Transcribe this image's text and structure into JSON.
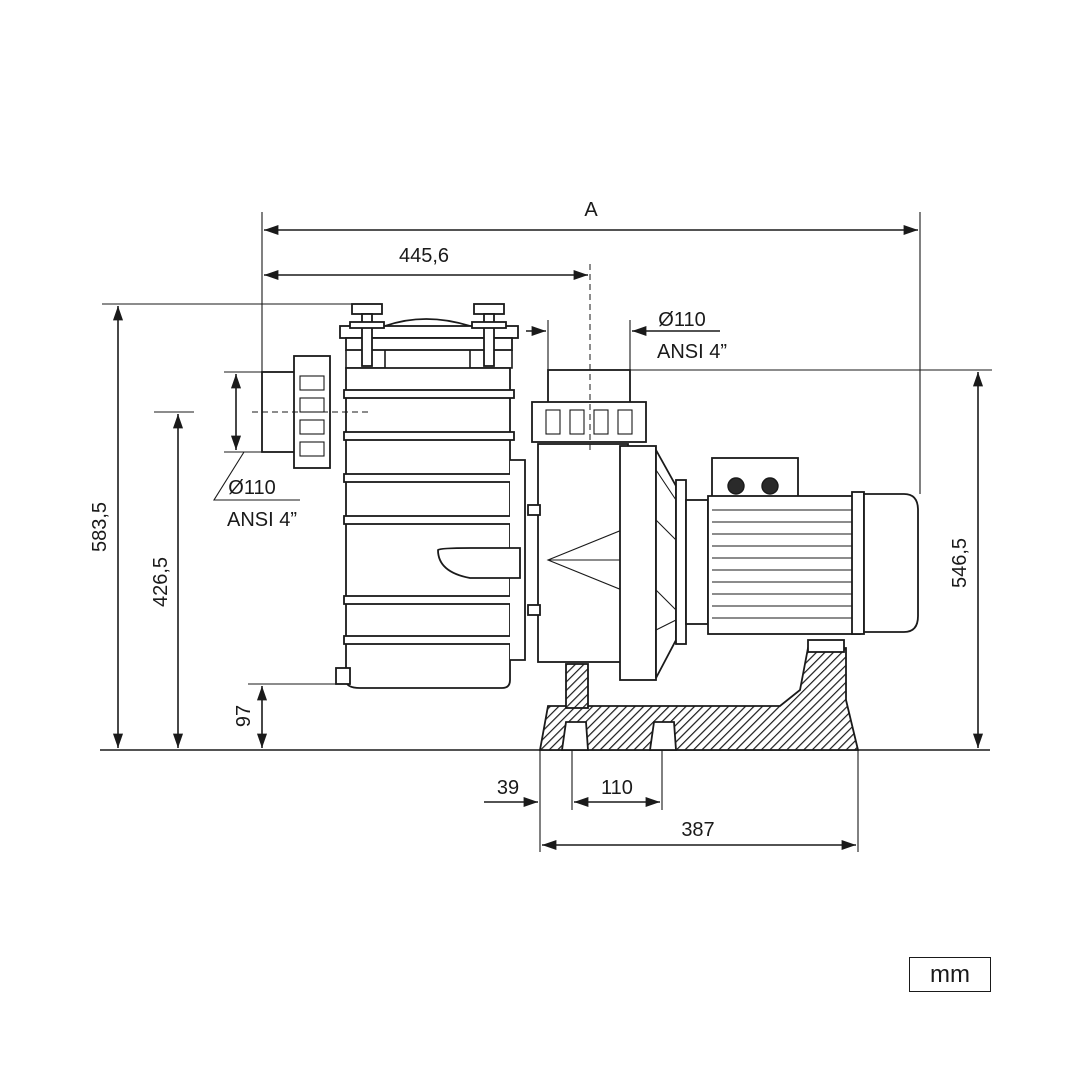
{
  "dimensions": {
    "overall_length": "A",
    "suction_to_discharge_axis": "445,6",
    "discharge_diameter": "Ø110",
    "discharge_standard": "ANSI 4”",
    "suction_diameter": "Ø110",
    "suction_standard": "ANSI 4”",
    "total_height": "583,5",
    "suction_axis_height": "426,5",
    "drain_height": "97",
    "discharge_height": "546,5",
    "foot_offset": "39",
    "foot_hole_spacing": "110",
    "base_length": "387"
  },
  "unit_label": "mm"
}
